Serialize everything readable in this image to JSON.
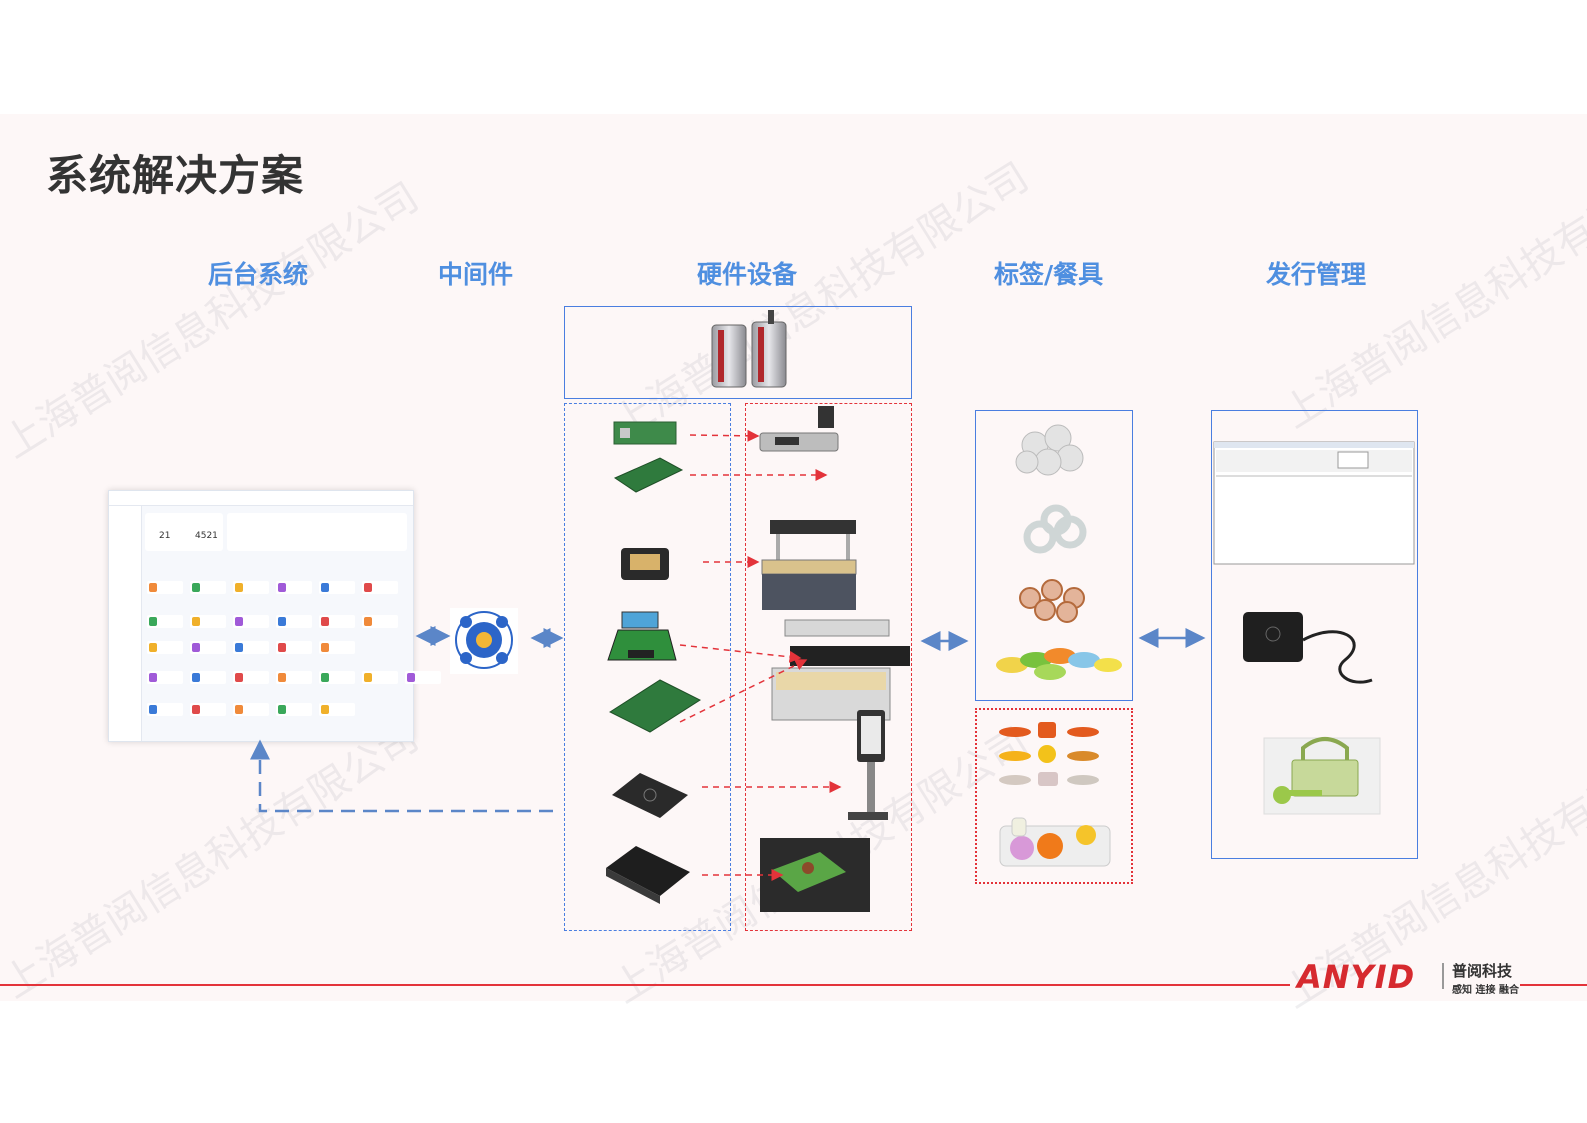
{
  "title": "系统解决方案",
  "columns": {
    "backend": "后台系统",
    "middleware": "中间件",
    "hardware": "硬件设备",
    "tags": "标签/餐具",
    "issuing": "发行管理"
  },
  "watermark": "上海普阅信息科技有限公司",
  "dashboard": {
    "stat1": "21",
    "stat2": "4521"
  },
  "footer": {
    "logo": "ANYID",
    "brand": "普阅科技",
    "slogan": "感知 连接 融合"
  },
  "colors": {
    "accent_blue": "#4f8fe0",
    "accent_red": "#e3333a",
    "title": "#333333"
  }
}
